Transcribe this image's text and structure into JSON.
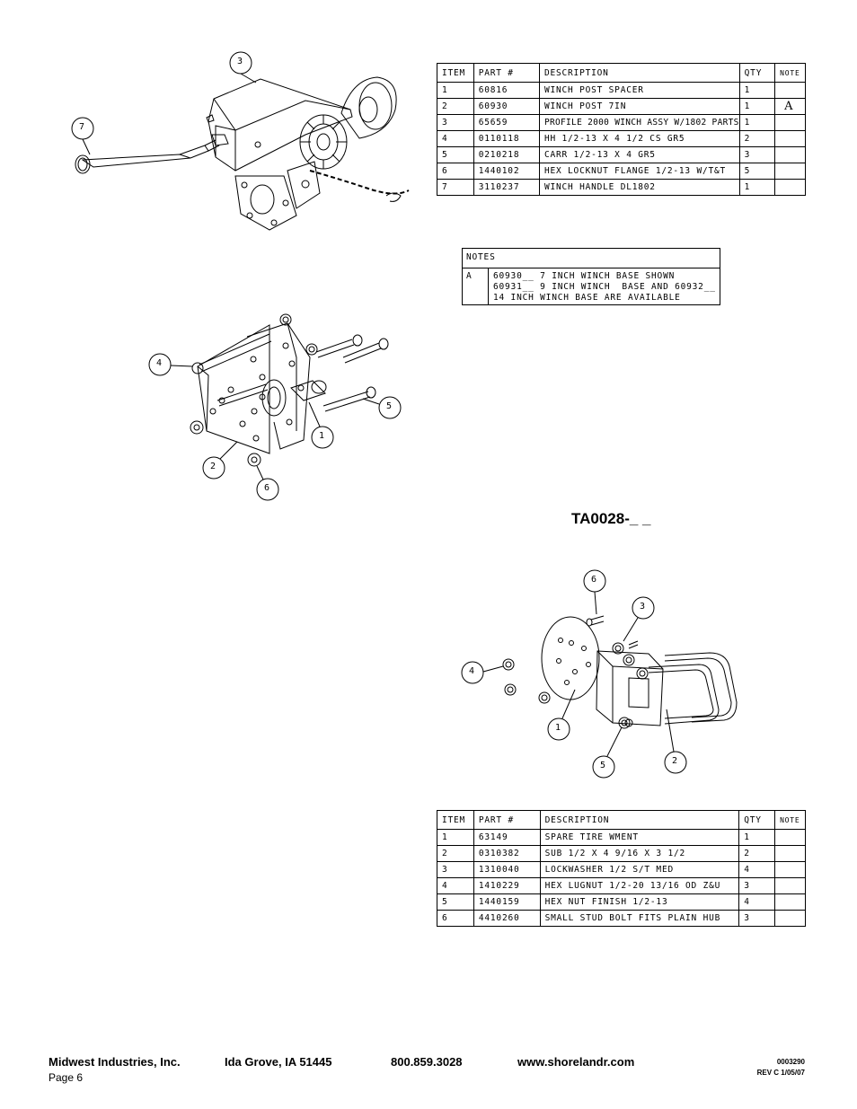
{
  "table1": {
    "headers": [
      "ITEM",
      "PART #",
      "DESCRIPTION",
      "QTY",
      "NOTE"
    ],
    "rows": [
      [
        "1",
        "60816",
        "WINCH POST SPACER",
        "1",
        ""
      ],
      [
        "2",
        "60930",
        "WINCH POST   7IN",
        "1",
        "A"
      ],
      [
        "3",
        "65659",
        "PROFILE 2000 WINCH ASSY W/1802 PARTS",
        "1",
        ""
      ],
      [
        "4",
        "0110118",
        "HH 1/2-13 X 4 1/2 CS GR5",
        "2",
        ""
      ],
      [
        "5",
        "0210218",
        "CARR 1/2-13 X 4 GR5",
        "3",
        ""
      ],
      [
        "6",
        "1440102",
        "HEX LOCKNUT FLANGE 1/2-13 W/T&T",
        "5",
        ""
      ],
      [
        "7",
        "3110237",
        "WINCH HANDLE  DL1802",
        "1",
        ""
      ]
    ]
  },
  "notes": {
    "title": "NOTES",
    "key": "A",
    "text": "60930__ 7 INCH WINCH BASE SHOWN\n60931__ 9 INCH WINCH  BASE AND 60932__\n14 INCH WINCH BASE ARE AVAILABLE"
  },
  "drawing_id": "TA0028-_ _",
  "table2": {
    "headers": [
      "ITEM",
      "PART #",
      "DESCRIPTION",
      "QTY",
      "NOTE"
    ],
    "rows": [
      [
        "1",
        "63149",
        "SPARE TIRE WMENT",
        "1",
        ""
      ],
      [
        "2",
        "0310382",
        "SUB 1/2 X 4 9/16 X 3 1/2",
        "2",
        ""
      ],
      [
        "3",
        "1310040",
        "LOCKWASHER 1/2 S/T MED",
        "4",
        ""
      ],
      [
        "4",
        "1410229",
        "HEX LUGNUT 1/2-20 13/16 OD Z&U",
        "3",
        ""
      ],
      [
        "5",
        "1440159",
        "HEX NUT FINISH 1/2-13",
        "4",
        ""
      ],
      [
        "6",
        "4410260",
        "SMALL STUD BOLT FITS PLAIN HUB",
        "3",
        ""
      ]
    ]
  },
  "callouts": {
    "winch": [
      "3",
      "7"
    ],
    "base": [
      "4",
      "5",
      "1",
      "2",
      "6"
    ],
    "tire": [
      "6",
      "3",
      "4",
      "1",
      "5",
      "2"
    ]
  },
  "footer": {
    "company": "Midwest Industries, Inc.",
    "city": "Ida Grove, IA  51445",
    "phone": "800.859.3028",
    "web": "www.shorelandr.com",
    "page": "Page 6",
    "doc_number": "0003290",
    "revision": "REV  C  1/05/07"
  }
}
